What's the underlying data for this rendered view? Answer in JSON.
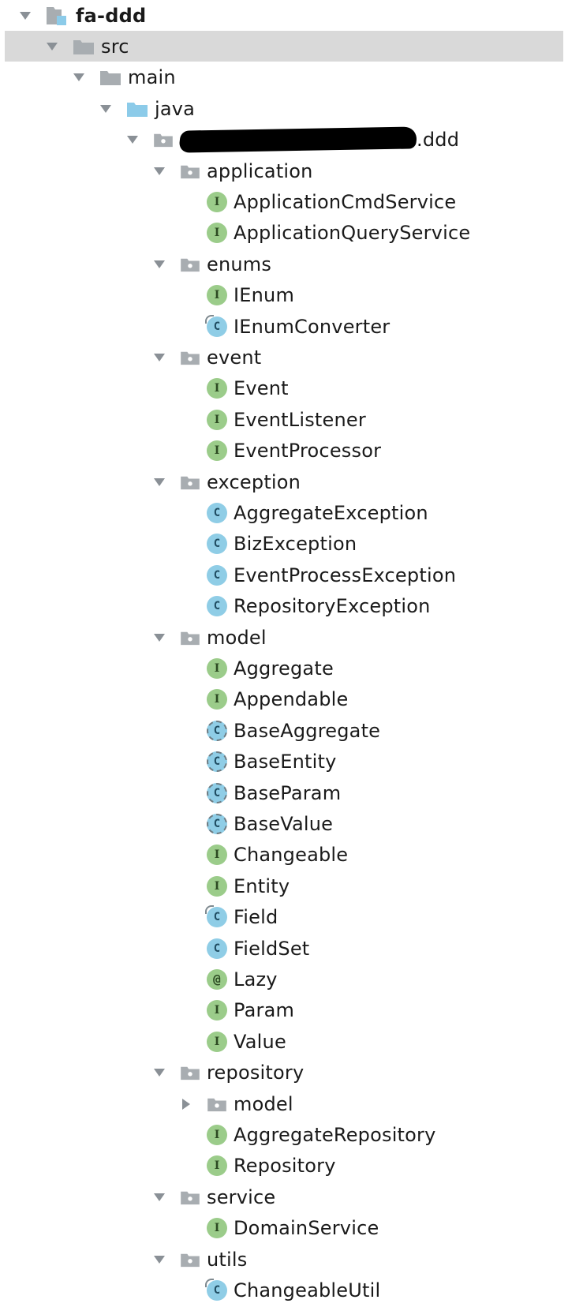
{
  "tree": {
    "project_name": "fa-ddd",
    "nodes": [
      {
        "label": "fa-ddd",
        "depth": 0,
        "expanded": true,
        "kind": "project",
        "bold": true
      },
      {
        "label": "src",
        "depth": 1,
        "expanded": true,
        "kind": "folder",
        "selected": true
      },
      {
        "label": "main",
        "depth": 2,
        "expanded": true,
        "kind": "folder"
      },
      {
        "label": "java",
        "depth": 3,
        "expanded": true,
        "kind": "source-folder"
      },
      {
        "label": ".ddd",
        "depth": 4,
        "expanded": true,
        "kind": "package",
        "redacted_prefix": true
      },
      {
        "label": "application",
        "depth": 5,
        "expanded": true,
        "kind": "package"
      },
      {
        "label": "ApplicationCmdService",
        "depth": 6,
        "kind": "interface"
      },
      {
        "label": "ApplicationQueryService",
        "depth": 6,
        "kind": "interface"
      },
      {
        "label": "enums",
        "depth": 5,
        "expanded": true,
        "kind": "package"
      },
      {
        "label": "IEnum",
        "depth": 6,
        "kind": "interface"
      },
      {
        "label": "IEnumConverter",
        "depth": 6,
        "kind": "class-final"
      },
      {
        "label": "event",
        "depth": 5,
        "expanded": true,
        "kind": "package"
      },
      {
        "label": "Event",
        "depth": 6,
        "kind": "interface"
      },
      {
        "label": "EventListener",
        "depth": 6,
        "kind": "interface"
      },
      {
        "label": "EventProcessor",
        "depth": 6,
        "kind": "interface"
      },
      {
        "label": "exception",
        "depth": 5,
        "expanded": true,
        "kind": "package"
      },
      {
        "label": "AggregateException",
        "depth": 6,
        "kind": "class"
      },
      {
        "label": "BizException",
        "depth": 6,
        "kind": "class"
      },
      {
        "label": "EventProcessException",
        "depth": 6,
        "kind": "class"
      },
      {
        "label": "RepositoryException",
        "depth": 6,
        "kind": "class"
      },
      {
        "label": "model",
        "depth": 5,
        "expanded": true,
        "kind": "package"
      },
      {
        "label": "Aggregate",
        "depth": 6,
        "kind": "interface"
      },
      {
        "label": "Appendable",
        "depth": 6,
        "kind": "interface"
      },
      {
        "label": "BaseAggregate",
        "depth": 6,
        "kind": "abstract-class"
      },
      {
        "label": "BaseEntity",
        "depth": 6,
        "kind": "abstract-class"
      },
      {
        "label": "BaseParam",
        "depth": 6,
        "kind": "abstract-class"
      },
      {
        "label": "BaseValue",
        "depth": 6,
        "kind": "abstract-class"
      },
      {
        "label": "Changeable",
        "depth": 6,
        "kind": "interface"
      },
      {
        "label": "Entity",
        "depth": 6,
        "kind": "interface"
      },
      {
        "label": "Field",
        "depth": 6,
        "kind": "class-final"
      },
      {
        "label": "FieldSet",
        "depth": 6,
        "kind": "class"
      },
      {
        "label": "Lazy",
        "depth": 6,
        "kind": "annotation"
      },
      {
        "label": "Param",
        "depth": 6,
        "kind": "interface"
      },
      {
        "label": "Value",
        "depth": 6,
        "kind": "interface"
      },
      {
        "label": "repository",
        "depth": 5,
        "expanded": true,
        "kind": "package"
      },
      {
        "label": "model",
        "depth": 6,
        "expanded": false,
        "kind": "package"
      },
      {
        "label": "AggregateRepository",
        "depth": 6,
        "kind": "interface"
      },
      {
        "label": "Repository",
        "depth": 6,
        "kind": "interface"
      },
      {
        "label": "service",
        "depth": 5,
        "expanded": true,
        "kind": "package"
      },
      {
        "label": "DomainService",
        "depth": 6,
        "kind": "interface"
      },
      {
        "label": "utils",
        "depth": 5,
        "expanded": true,
        "kind": "package"
      },
      {
        "label": "ChangeableUtil",
        "depth": 6,
        "kind": "class-final"
      }
    ]
  },
  "icons": {
    "interface": {
      "glyph": "I",
      "name": "interface-icon",
      "color": "#9bcc8a"
    },
    "class": {
      "glyph": "C",
      "name": "class-icon",
      "color": "#8fcde6"
    },
    "class-final": {
      "glyph": "C",
      "name": "class-icon",
      "color": "#8fcde6"
    },
    "abstract-class": {
      "glyph": "C",
      "name": "abstract-class-icon",
      "color": "#8fcde6"
    },
    "annotation": {
      "glyph": "@",
      "name": "annotation-icon",
      "color": "#9bcc8a"
    }
  },
  "colors": {
    "selection": "#d9d9d9",
    "folder": "#a8adb1",
    "source_folder": "#8ccbe9",
    "arrow": "#8a9096"
  }
}
